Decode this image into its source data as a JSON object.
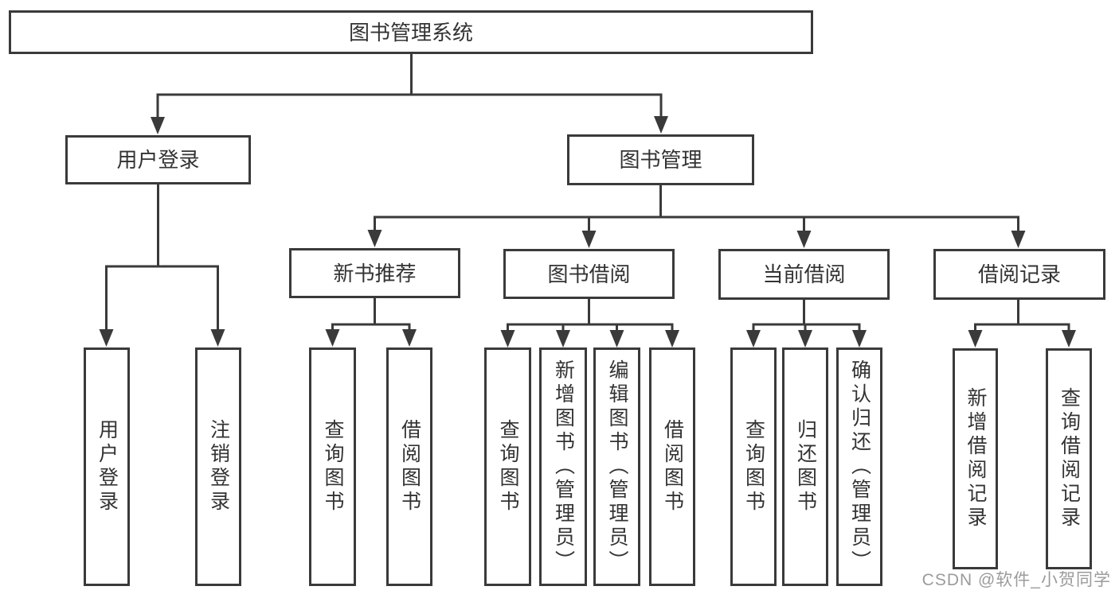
{
  "diagram": {
    "type": "tree",
    "root": {
      "label": "图书管理系统"
    },
    "children": [
      {
        "label": "用户登录",
        "children": [
          {
            "label": "用户登录"
          },
          {
            "label": "注销登录"
          }
        ]
      },
      {
        "label": "图书管理",
        "children": [
          {
            "label": "新书推荐",
            "children": [
              {
                "label": "查询图书"
              },
              {
                "label": "借阅图书"
              }
            ]
          },
          {
            "label": "图书借阅",
            "children": [
              {
                "label": "查询图书"
              },
              {
                "label": "新增图书（管理员）"
              },
              {
                "label": "编辑图书（管理员）"
              },
              {
                "label": "借阅图书"
              }
            ]
          },
          {
            "label": "当前借阅",
            "children": [
              {
                "label": "查询图书"
              },
              {
                "label": "归还图书"
              },
              {
                "label": "确认归还（管理员）"
              }
            ]
          },
          {
            "label": "借阅记录",
            "children": [
              {
                "label": "新增借阅记录"
              },
              {
                "label": "查询借阅记录"
              }
            ]
          }
        ]
      }
    ]
  },
  "watermark": {
    "text": "CSDN @软件_小贺同学"
  },
  "colors": {
    "line": "#3a3a3a",
    "text": "#333333",
    "background": "#ffffff",
    "watermark": "#9b9b9b"
  }
}
